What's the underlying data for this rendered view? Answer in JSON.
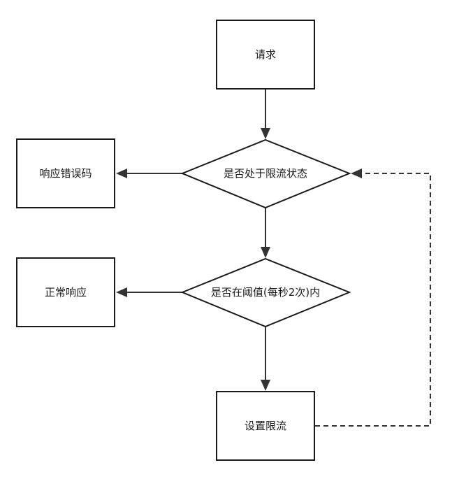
{
  "diagram": {
    "nodes": {
      "request": {
        "label": "请求",
        "shape": "rectangle"
      },
      "is_limited": {
        "label": "是否处于限流状态",
        "shape": "diamond"
      },
      "error_code": {
        "label": "响应错误码",
        "shape": "rectangle"
      },
      "within_threshold": {
        "label": "是否在阈值(每秒2次)内",
        "shape": "diamond"
      },
      "normal_response": {
        "label": "正常响应",
        "shape": "rectangle"
      },
      "set_limit": {
        "label": "设置限流",
        "shape": "rectangle"
      }
    },
    "edges": [
      {
        "from": "request",
        "to": "is_limited",
        "style": "solid"
      },
      {
        "from": "is_limited",
        "to": "error_code",
        "style": "solid"
      },
      {
        "from": "is_limited",
        "to": "within_threshold",
        "style": "solid"
      },
      {
        "from": "within_threshold",
        "to": "normal_response",
        "style": "solid"
      },
      {
        "from": "within_threshold",
        "to": "set_limit",
        "style": "solid"
      },
      {
        "from": "set_limit",
        "to": "is_limited",
        "style": "dashed"
      }
    ],
    "colors": {
      "stroke": "#1a1a1a",
      "edge": "#333333",
      "fill": "#ffffff",
      "text": "#1a1a1a"
    }
  }
}
